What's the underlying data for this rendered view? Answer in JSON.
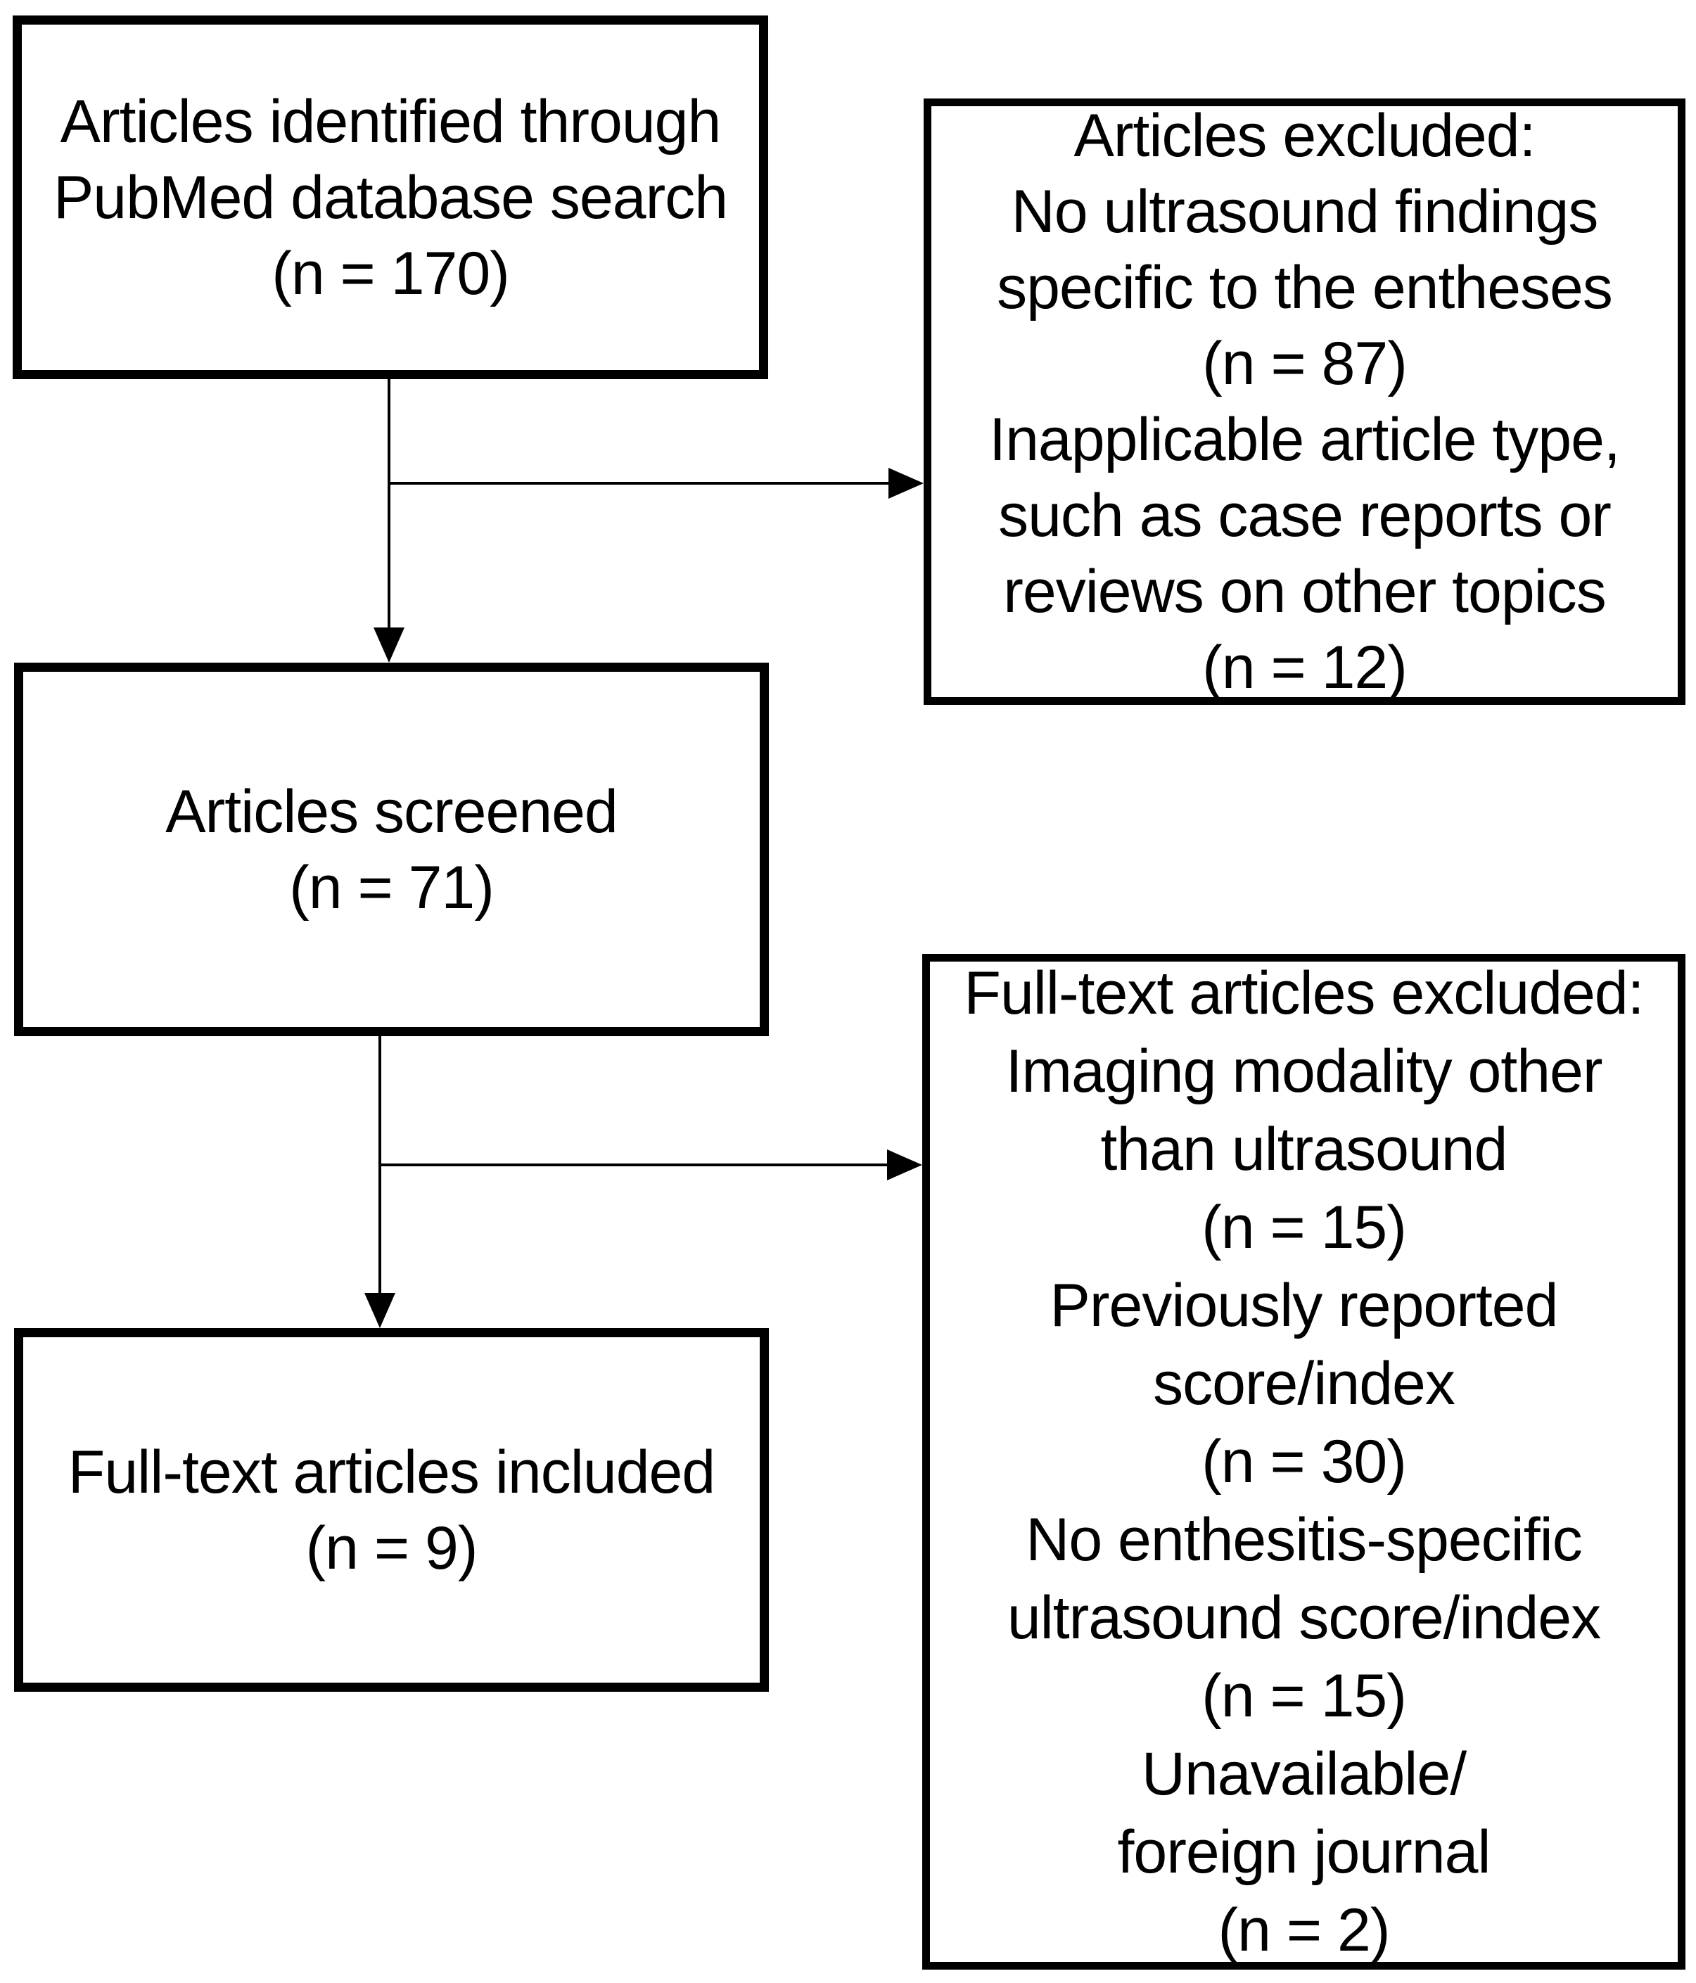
{
  "diagram": {
    "type": "flowchart",
    "title": "PubMed article selection flow diagram",
    "colors": {
      "border": "#000000",
      "background": "#ffffff",
      "text": "#000000"
    },
    "boxes": [
      {
        "id": "identified",
        "lines": [
          "Articles identified through",
          "PubMed database search",
          "(n = 170)"
        ]
      },
      {
        "id": "excluded-screening",
        "lines": [
          "Articles excluded:",
          "No ultrasound findings",
          "specific to the entheses",
          "(n = 87)",
          "Inapplicable article type,",
          "such as case reports or",
          "reviews on other topics",
          "(n = 12)"
        ]
      },
      {
        "id": "screened",
        "lines": [
          "Articles screened",
          "(n = 71)"
        ]
      },
      {
        "id": "excluded-fulltext",
        "lines": [
          "Full-text articles excluded:",
          "Imaging modality other",
          "than ultrasound",
          "(n = 15)",
          "Previously reported",
          "score/index",
          "(n = 30)",
          "No enthesitis-specific",
          "ultrasound score/index",
          "(n = 15)",
          "Unavailable/",
          "foreign journal",
          "(n = 2)"
        ]
      },
      {
        "id": "included",
        "lines": [
          "Full-text articles included",
          "(n = 9)"
        ]
      }
    ],
    "arrows": [
      {
        "from": "identified",
        "to": "screened"
      },
      {
        "from": "identified",
        "to": "excluded-screening"
      },
      {
        "from": "screened",
        "to": "included"
      },
      {
        "from": "screened",
        "to": "excluded-fulltext"
      }
    ]
  }
}
